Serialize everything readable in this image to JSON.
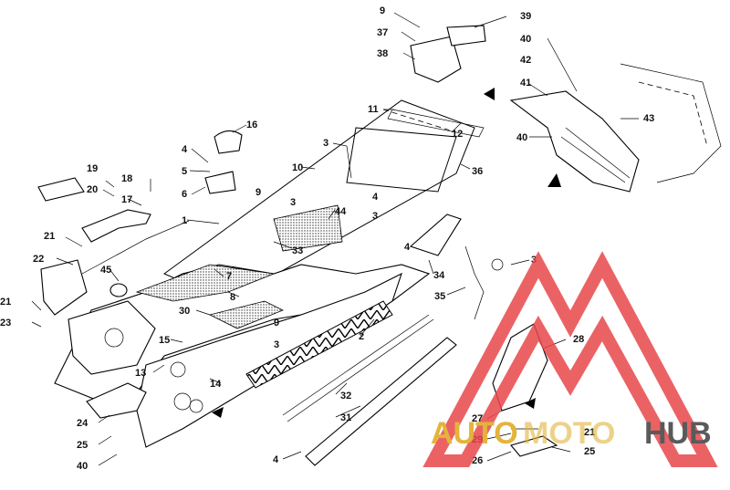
{
  "diagram": {
    "part_numbers": [
      "9",
      "39",
      "37",
      "38",
      "40",
      "42",
      "41",
      "43",
      "11",
      "12",
      "16",
      "4",
      "5",
      "6",
      "3",
      "10",
      "36",
      "19",
      "18",
      "20",
      "17",
      "1",
      "44",
      "33",
      "21",
      "22",
      "45",
      "7",
      "34",
      "35",
      "8",
      "30",
      "23",
      "15",
      "13",
      "14",
      "2",
      "28",
      "32",
      "31",
      "24",
      "25",
      "27",
      "29",
      "26"
    ]
  },
  "watermark": {
    "text_auto": "AUTO",
    "text_moto": "MOTO",
    "text_hub": "HUB",
    "color_triangle": "#e8464a",
    "color_auto": "#e3b43a",
    "color_hub": "#5a5a5a"
  }
}
